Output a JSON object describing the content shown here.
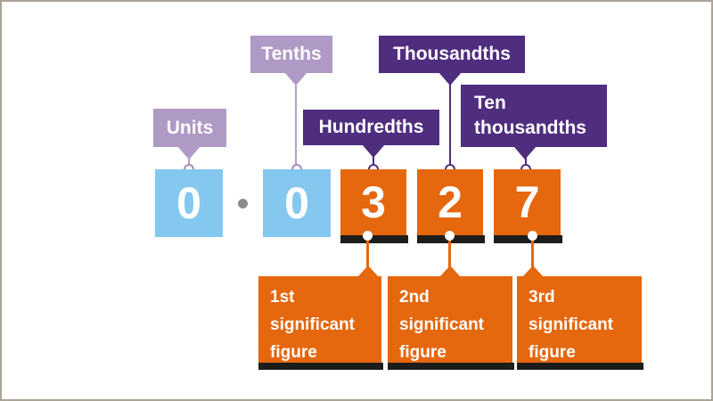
{
  "number": {
    "value": "0.0327",
    "digits": [
      "0",
      "0",
      "3",
      "2",
      "7"
    ],
    "decimal_point": "."
  },
  "place_value_labels": {
    "units": "Units",
    "tenths": "Tenths",
    "hundredths": "Hundredths",
    "thousandths": "Thousandths",
    "ten_thousandths": "Ten thousandths"
  },
  "significant_figure_labels": {
    "first": "1st significant figure",
    "second": "2nd significant figure",
    "third": "3rd significant figure"
  },
  "colors": {
    "digit_blue": "#84c8ef",
    "digit_orange": "#e5670e",
    "label_dark_purple": "#4f2d7f",
    "label_light_purple": "#af99c5",
    "shadow_black": "#1d1d1b",
    "decimal_dot_gray": "#8c8c8c",
    "frame_border": "#aba396"
  }
}
